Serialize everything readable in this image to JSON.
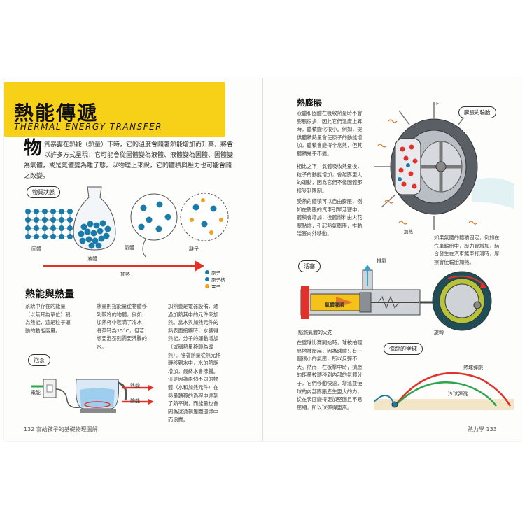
{
  "left_page": {
    "title": "熱能傳遞",
    "title_en": "THERMAL ENERGY TRANSFER",
    "intro_dropcap": "物",
    "intro_text": "質暴露在熱能（熱量）下時，它的溫度會隨著熱能增加而升高，將會以許多方式呈現：它可能會從固體變為液體、液體變為固體、固體變為氣體，或是氣體變為離子態。以物理上來說，它的體積與壓力也可能會隨之改變。",
    "states_label": "物質狀態",
    "state_solid": "固體",
    "state_liquid": "液體",
    "state_gas": "氣體",
    "state_ion": "離子",
    "heating_label": "加熱",
    "legend": {
      "atom": "原子",
      "nucleus": "原子核",
      "electron": "電子"
    },
    "section_title": "熱能與熱量",
    "col1": "系統中存在的能量（以焦耳為單位）稱為熱能，這是粒子運動的動能度量。",
    "col2": "熱量則指能量從物體移到較冷的物體，例如，加熱杯中裝滿了冷水，將茶時為15°C，但若想要泡茶則需要沸騰的水。",
    "col3": "加熱壺是電器設備，通過加熱其中的元件來加熱。當水與加熱元件的熱表面接觸時，水獲得熱能，分子的運動增加（或稱熱量移轉為導熱）。隨著熱量從熱元件轉移到水中，水的熱能增加，最終水會沸騰。這是因為兩個不同的物體（水和加熱元件）在熱量轉移的過程中達到了熱平衡，而能量也會因為逃逸到周圍環境中而浪費。",
    "kettle_label": "泡茶",
    "plug_label": "電能",
    "heat_label": "熱能",
    "sound_label": "聲能",
    "page_number": "132",
    "footer": "寫給孩子的基礎物理圖解",
    "footer_combined": "132  寫給孩子的基礎物理圖解"
  },
  "right_page": {
    "section_title": "熱膨脹",
    "para1": "液體和固體在吸收熱量時不會膨脹很多，因此它們溫度上昇時，體積變化很小。例如，提供體積熱量會使原子的動能增加，體積會變得非常熱，但其體積幾乎不變。",
    "para2": "相比之下，氣體吸收熱量後，粒子的動能增加，會越膨更大的運動，因為它們不像固體那樣受到限制。",
    "para3": "受熱的體積可以自由膨脹，例如在膨脹的汽車引擎活塞中，體積會增加，後體燃料由火花塞點燃，引起熱氣膨脹，推動活塞向外移動。",
    "tyre_label": "膨脹的輪胎",
    "tyre_force": "F",
    "tyre_heat": "加熱",
    "tyre_caption": "如果氣體的體積固定，例如在汽車輪胎中，壓力會增加，結合發生在汽車煞車打滑時，摩擦會使輪胎加熱。",
    "piston_label": "活塞",
    "vent_label": "排氣",
    "gas_label": "氣體膨脹",
    "spark_caption": "點燃氣體的火花",
    "rotation_label": "旋轉",
    "para4": "在壁球比賽開始時，球被拍輕易地被壓扁，因為球體只有一個很小的氣壓，所以反彈不大。然而，在板擊中時，擠壓的能量被轉移到內部的氣體分子，它們移動快速，增溫並使球的內部膨脹產生更大的力，從在表面變得更加堅固且不易壓縮，所以球彈得更高。",
    "squash_label": "彈跳的壁球",
    "hot_ball": "熱球彈跳",
    "cold_ball": "冷球彈跳",
    "page_label": "熱力學",
    "page_number": "133",
    "footer_combined": "熱力學  133"
  },
  "colors": {
    "banner": "#f7d117",
    "arrow_red": "#e0322b",
    "atom_blue": "#1a7aa8",
    "electron_orange": "#f0a020",
    "tyre_gray": "#9aa0a6"
  }
}
